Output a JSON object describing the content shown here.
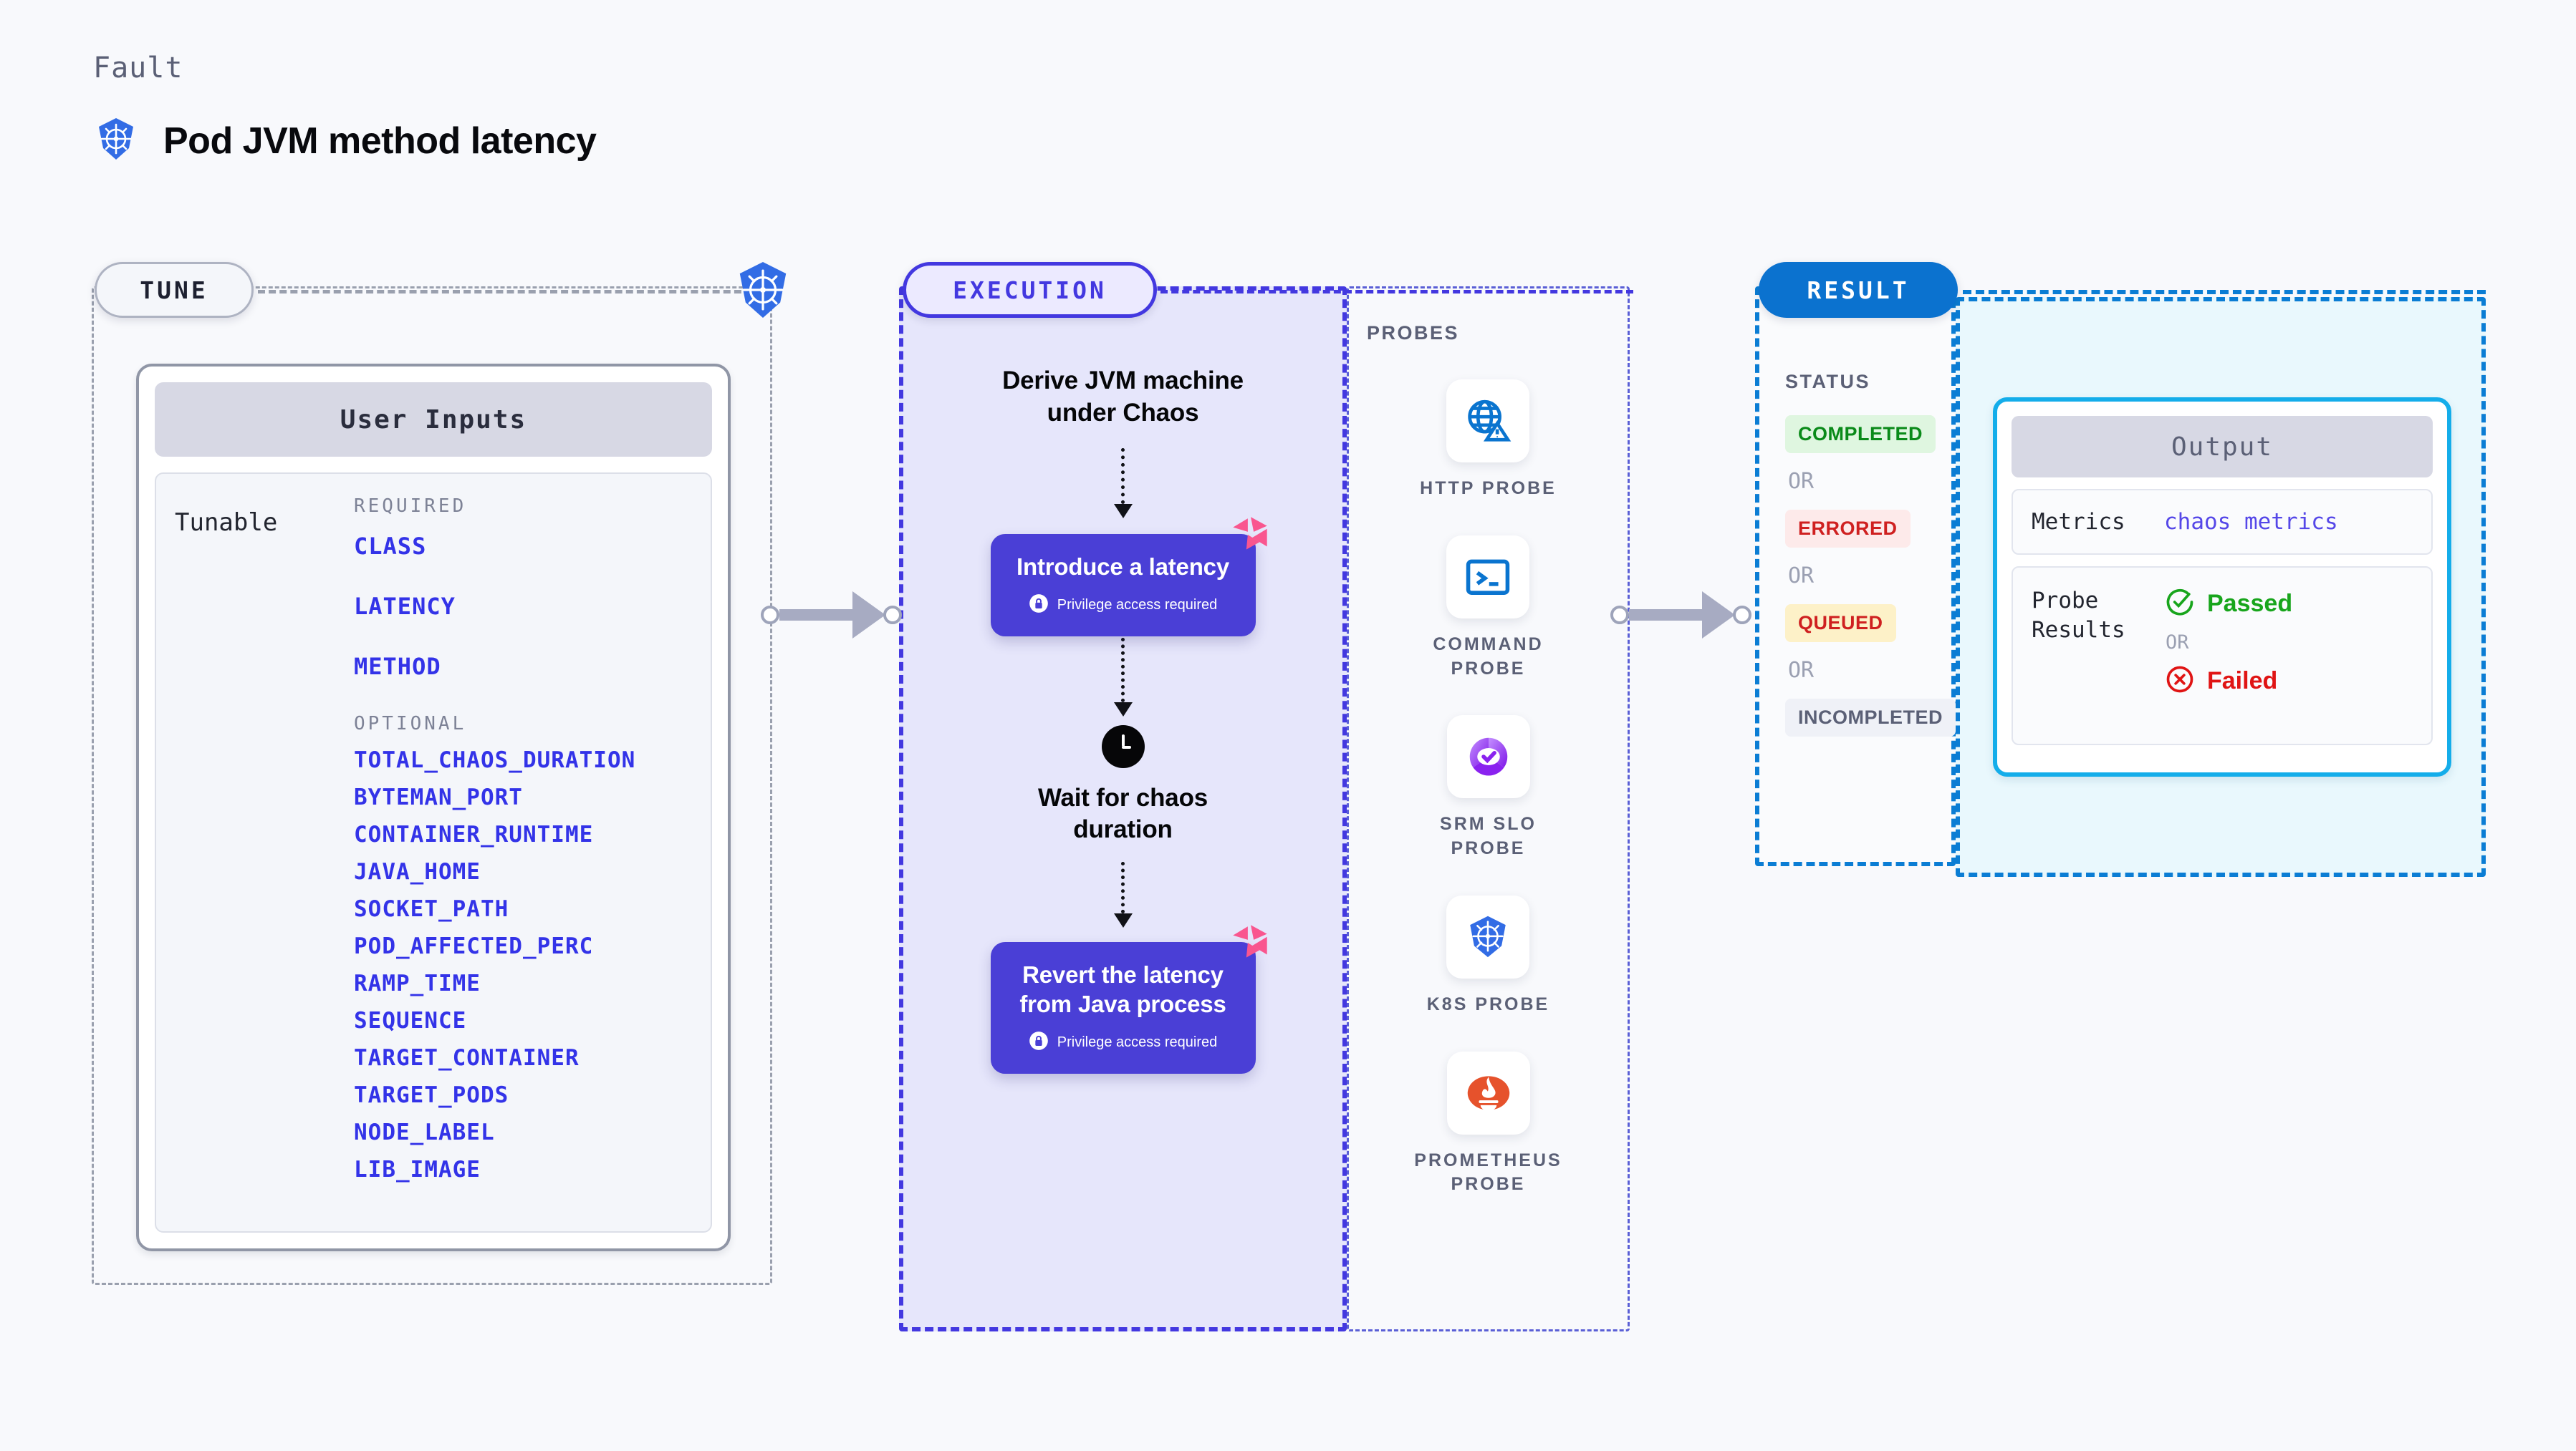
{
  "header": {
    "eyebrow": "Fault",
    "title": "Pod JVM method latency",
    "icon": "kubernetes-icon"
  },
  "sections": {
    "tune": {
      "label": "TUNE"
    },
    "execution": {
      "label": "EXECUTION"
    },
    "result": {
      "label": "RESULT"
    },
    "probes": {
      "label": "PROBES"
    },
    "status": {
      "label": "STATUS"
    }
  },
  "tune": {
    "card_title": "User Inputs",
    "row_label": "Tunable",
    "required_title": "REQUIRED",
    "required": [
      "CLASS",
      "LATENCY",
      "METHOD"
    ],
    "optional_title": "OPTIONAL",
    "optional": [
      "TOTAL_CHAOS_DURATION",
      "BYTEMAN_PORT",
      "CONTAINER_RUNTIME",
      "JAVA_HOME",
      "SOCKET_PATH",
      "POD_AFFECTED_PERC",
      "RAMP_TIME",
      "SEQUENCE",
      "TARGET_CONTAINER",
      "TARGET_PODS",
      "NODE_LABEL",
      "LIB_IMAGE"
    ]
  },
  "execution": {
    "step1_text": "Derive JVM machine\nunder Chaos",
    "card1_title": "Introduce a latency",
    "card1_sub": "Privilege access required",
    "wait_text": "Wait for chaos\nduration",
    "card2_title": "Revert the latency\nfrom Java process",
    "card2_sub": "Privilege access required",
    "badge_icon": "litmus-icon",
    "lock_icon": "lock-icon",
    "clock_icon": "clock-icon"
  },
  "probes": [
    {
      "label": "HTTP  PROBE",
      "icon": "globe-warning-icon"
    },
    {
      "label": "COMMAND\nPROBE",
      "icon": "terminal-icon"
    },
    {
      "label": "SRM  SLO\nPROBE",
      "icon": "srm-slo-icon"
    },
    {
      "label": "K8S  PROBE",
      "icon": "kubernetes-icon"
    },
    {
      "label": "PROMETHEUS\nPROBE",
      "icon": "prometheus-icon"
    }
  ],
  "status": {
    "or_label": "OR",
    "items": [
      {
        "label": "COMPLETED",
        "style": "st-completed"
      },
      {
        "label": "ERRORED",
        "style": "st-errored"
      },
      {
        "label": "QUEUED",
        "style": "st-queued"
      },
      {
        "label": "INCOMPLETED",
        "style": "st-incomplete"
      }
    ]
  },
  "output": {
    "card_title": "Output",
    "metrics_key": "Metrics",
    "metrics_value": "chaos metrics",
    "probe_key": "Probe\nResults",
    "passed_label": "Passed",
    "failed_label": "Failed",
    "or_label": "OR",
    "passed_icon": "check-circle-icon",
    "failed_icon": "x-circle-icon"
  },
  "colors": {
    "background": "#f8f9fc",
    "tune_border": "#9aa0ae",
    "execution_accent": "#4338e0",
    "execution_bg": "#e6e6fb",
    "result_accent": "#0b7dd4",
    "output_bg": "#e9f8fd",
    "output_border": "#14adea",
    "link_blue": "#3333e8",
    "card_purple": "#4a3fd6",
    "litmus_pink": "#f9568f",
    "pass_green": "#18a51c",
    "fail_red": "#e01414"
  }
}
